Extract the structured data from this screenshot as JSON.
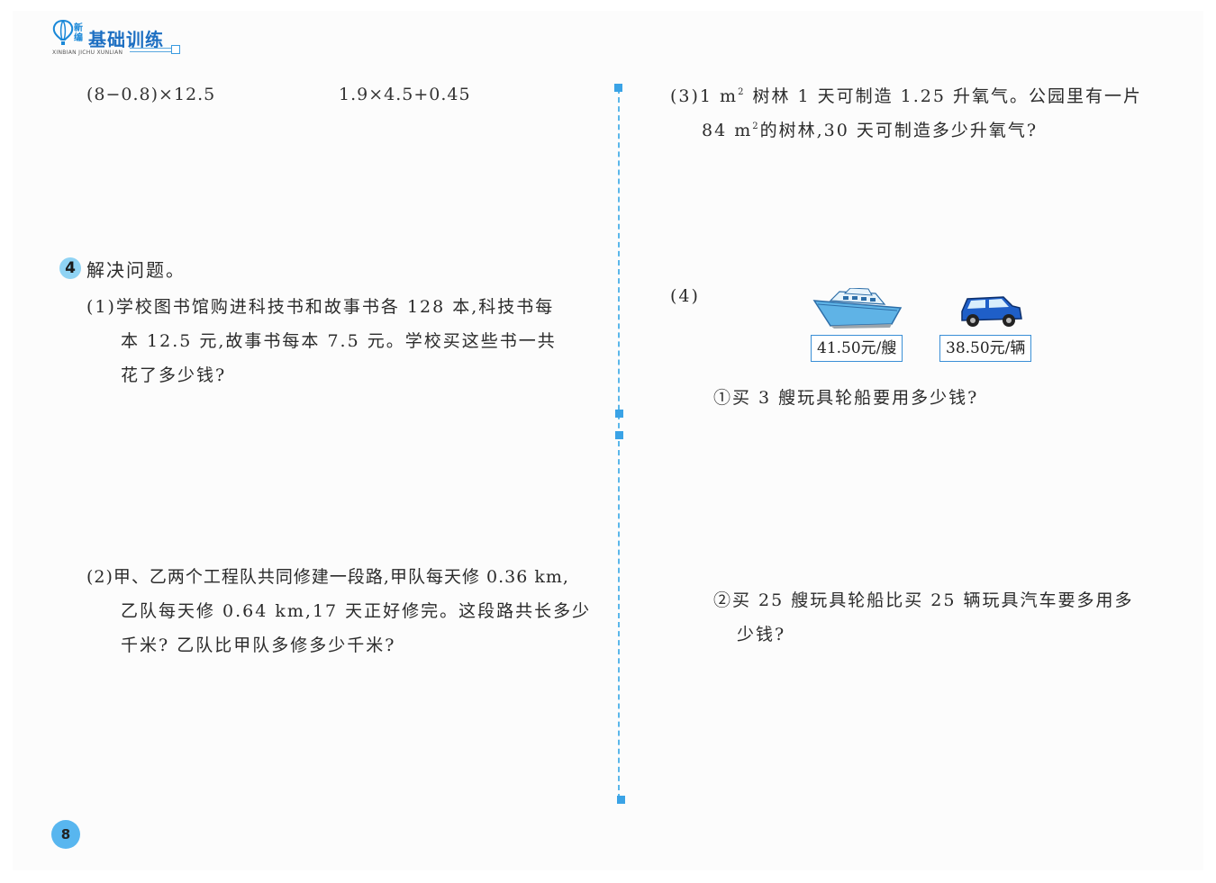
{
  "header": {
    "logo_new": "新编",
    "logo_title": "基础训练",
    "logo_subtitle": "XINBIAN JICHU XUNLIAN"
  },
  "expressions": {
    "expr1": "(8−0.8)×12.5",
    "expr2": "1.9×4.5+0.45"
  },
  "section4": {
    "number": "4",
    "title": "解决问题。"
  },
  "q1": {
    "line1": "(1)学校图书馆购进科技书和故事书各 128 本,科技书每",
    "line2": "本 12.5 元,故事书每本 7.5 元。学校买这些书一共",
    "line3": "花了多少钱?"
  },
  "q2": {
    "line1": "(2)甲、乙两个工程队共同修建一段路,甲队每天修 0.36 km,",
    "line2": "乙队每天修 0.64 km,17 天正好修完。这段路共长多少",
    "line3": "千米? 乙队比甲队多修多少千米?"
  },
  "q3": {
    "line1_a": "(3)1 m",
    "line1_sup": "2",
    "line1_b": " 树林 1 天可制造 1.25 升氧气。公园里有一片",
    "line2_a": "84 m",
    "line2_sup": "2",
    "line2_b": "的树林,30 天可制造多少升氧气?"
  },
  "q4": {
    "label": "(4)",
    "boat_icon": "toy-boat-icon",
    "car_icon": "toy-car-icon",
    "boat_price": "41.50元/艘",
    "car_price": "38.50元/辆",
    "sub1": "①买 3 艘玩具轮船要用多少钱?",
    "sub2_line1": "②买 25 艘玩具轮船比买 25 辆玩具汽车要多用多",
    "sub2_line2": "少钱?"
  },
  "page_number": "8",
  "colors": {
    "accent": "#3aa3e6",
    "badge": "#8fd3f4",
    "page_badge": "#58b6ef"
  }
}
